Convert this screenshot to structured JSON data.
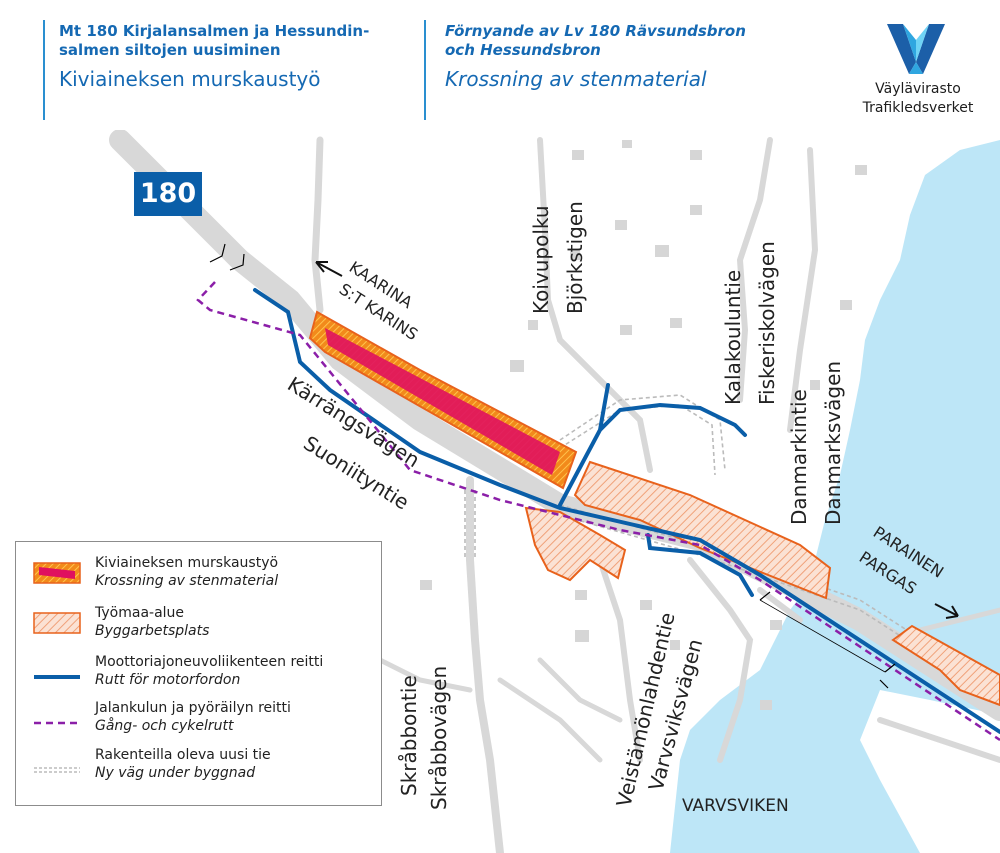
{
  "header": {
    "fi_title_line1": "Mt 180 Kirjalansalmen ja Hessundin-",
    "fi_title_line2": "salmen siltojen uusiminen",
    "fi_subtitle": "Kiviaineksen murskaustyö",
    "sv_title_line1": "Förnyande av Lv 180 Rävsundsbron",
    "sv_title_line2": "och Hessundsbron",
    "sv_subtitle": "Krossning av stenmaterial"
  },
  "logo": {
    "line1": "Väylävirasto",
    "line2": "Trafikledsverket",
    "icon": "vaylavirasto-logo-icon",
    "colors": [
      "#1c5fa8",
      "#2fa6e0",
      "#6fd3f5"
    ]
  },
  "map": {
    "route_number": "180",
    "labels": {
      "kaarina": "KAARINA",
      "stkarins": "S:T KARINS",
      "parainen": "PARAINEN",
      "pargas": "PARGAS",
      "koivupolku": "Koivupolku",
      "bjorkstigen": "Björkstigen",
      "kalakouluntie": "Kalakouluntie",
      "fiskeriskolvagen": "Fiskeriskolvägen",
      "danmarkintie": "Danmarkintie",
      "danmarksvagen": "Danmarksvägen",
      "karrangsvagen": "Kärrängsvägen",
      "suoniityntie": "Suoniityntie",
      "skrabbontie": "Skråbbontie",
      "skrabbovagen": "Skråbbovägen",
      "veistamonlahdentie": "Veistämönlahdentie",
      "varvsviksvagen": "Varvsviksvägen",
      "varvsviken": "VARVSVIKEN"
    }
  },
  "legend": {
    "items": [
      {
        "fi": "Kiviaineksen murskaustyö",
        "sv": "Krossning av stenmaterial"
      },
      {
        "fi": "Työmaa-alue",
        "sv": "Byggarbetsplats"
      },
      {
        "fi": "Moottoriajoneuvoliikenteen reitti",
        "sv": "Rutt för motorfordon"
      },
      {
        "fi": "Jalankulun ja pyöräilyn reitti",
        "sv": "Gång- och cykelrutt"
      },
      {
        "fi": "Rakenteilla oleva uusi tie",
        "sv": "Ny väg under byggnad"
      }
    ]
  },
  "colors": {
    "brand_blue": "#1569b3",
    "route_blue": "#0a5ea8",
    "crushing_fill": "#e0115f",
    "crushing_border": "#f28a1b",
    "worksite_border": "#e8621c",
    "worksite_fill": "#f6c4a8",
    "pedestrian_route": "#8b1fa8",
    "water": "#bde6f7",
    "road_grey": "#d2d2d2"
  }
}
